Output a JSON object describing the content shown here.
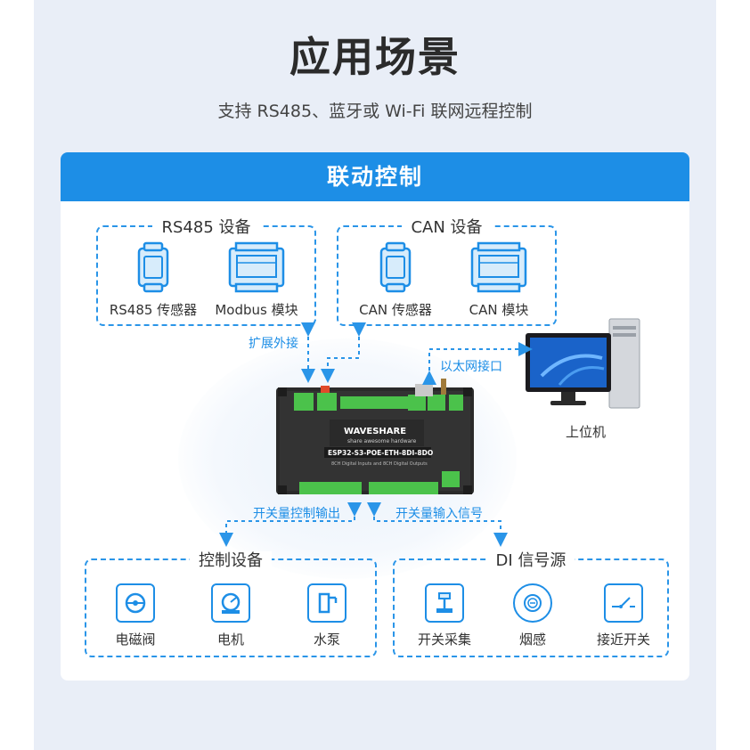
{
  "title": "应用场景",
  "subtitle": "支持 RS485、蓝牙或 Wi-Fi 联网远程控制",
  "card": {
    "header": "联动控制",
    "groups": {
      "rs485": {
        "title": "RS485 设备",
        "items": [
          {
            "label": "RS485 传感器",
            "icon": "sensor-icon"
          },
          {
            "label": "Modbus 模块",
            "icon": "module-icon"
          }
        ]
      },
      "can": {
        "title": "CAN 设备",
        "items": [
          {
            "label": "CAN 传感器",
            "icon": "sensor-icon"
          },
          {
            "label": "CAN 模块",
            "icon": "module-icon"
          }
        ]
      },
      "control": {
        "title": "控制设备",
        "items": [
          {
            "label": "电磁阀",
            "icon": "solenoid-valve-icon"
          },
          {
            "label": "电机",
            "icon": "motor-icon"
          },
          {
            "label": "水泵",
            "icon": "water-pump-icon"
          }
        ]
      },
      "di": {
        "title": "DI 信号源",
        "items": [
          {
            "label": "开关采集",
            "icon": "switch-collect-icon"
          },
          {
            "label": "烟感",
            "icon": "smoke-detector-icon"
          },
          {
            "label": "接近开关",
            "icon": "proximity-switch-icon"
          }
        ]
      }
    },
    "annotations": {
      "expand": "扩展外接",
      "ethernet": "以太网接口",
      "digital_out": "开关量控制输出",
      "digital_in": "开关量输入信号"
    },
    "pc_label": "上位机",
    "device": {
      "brand": "WAVESHARE",
      "slogan": "share awesome hardware",
      "model": "ESP32-S3-POE-ETH-8DI-8DO",
      "desc": "8CH Digital Inputs and 8CH Digital Outputs"
    }
  },
  "colors": {
    "accent": "#1d8ee6",
    "background_band": "#e9eef7",
    "device_body": "#2a2a2a",
    "terminal_green": "#4bc24b"
  }
}
